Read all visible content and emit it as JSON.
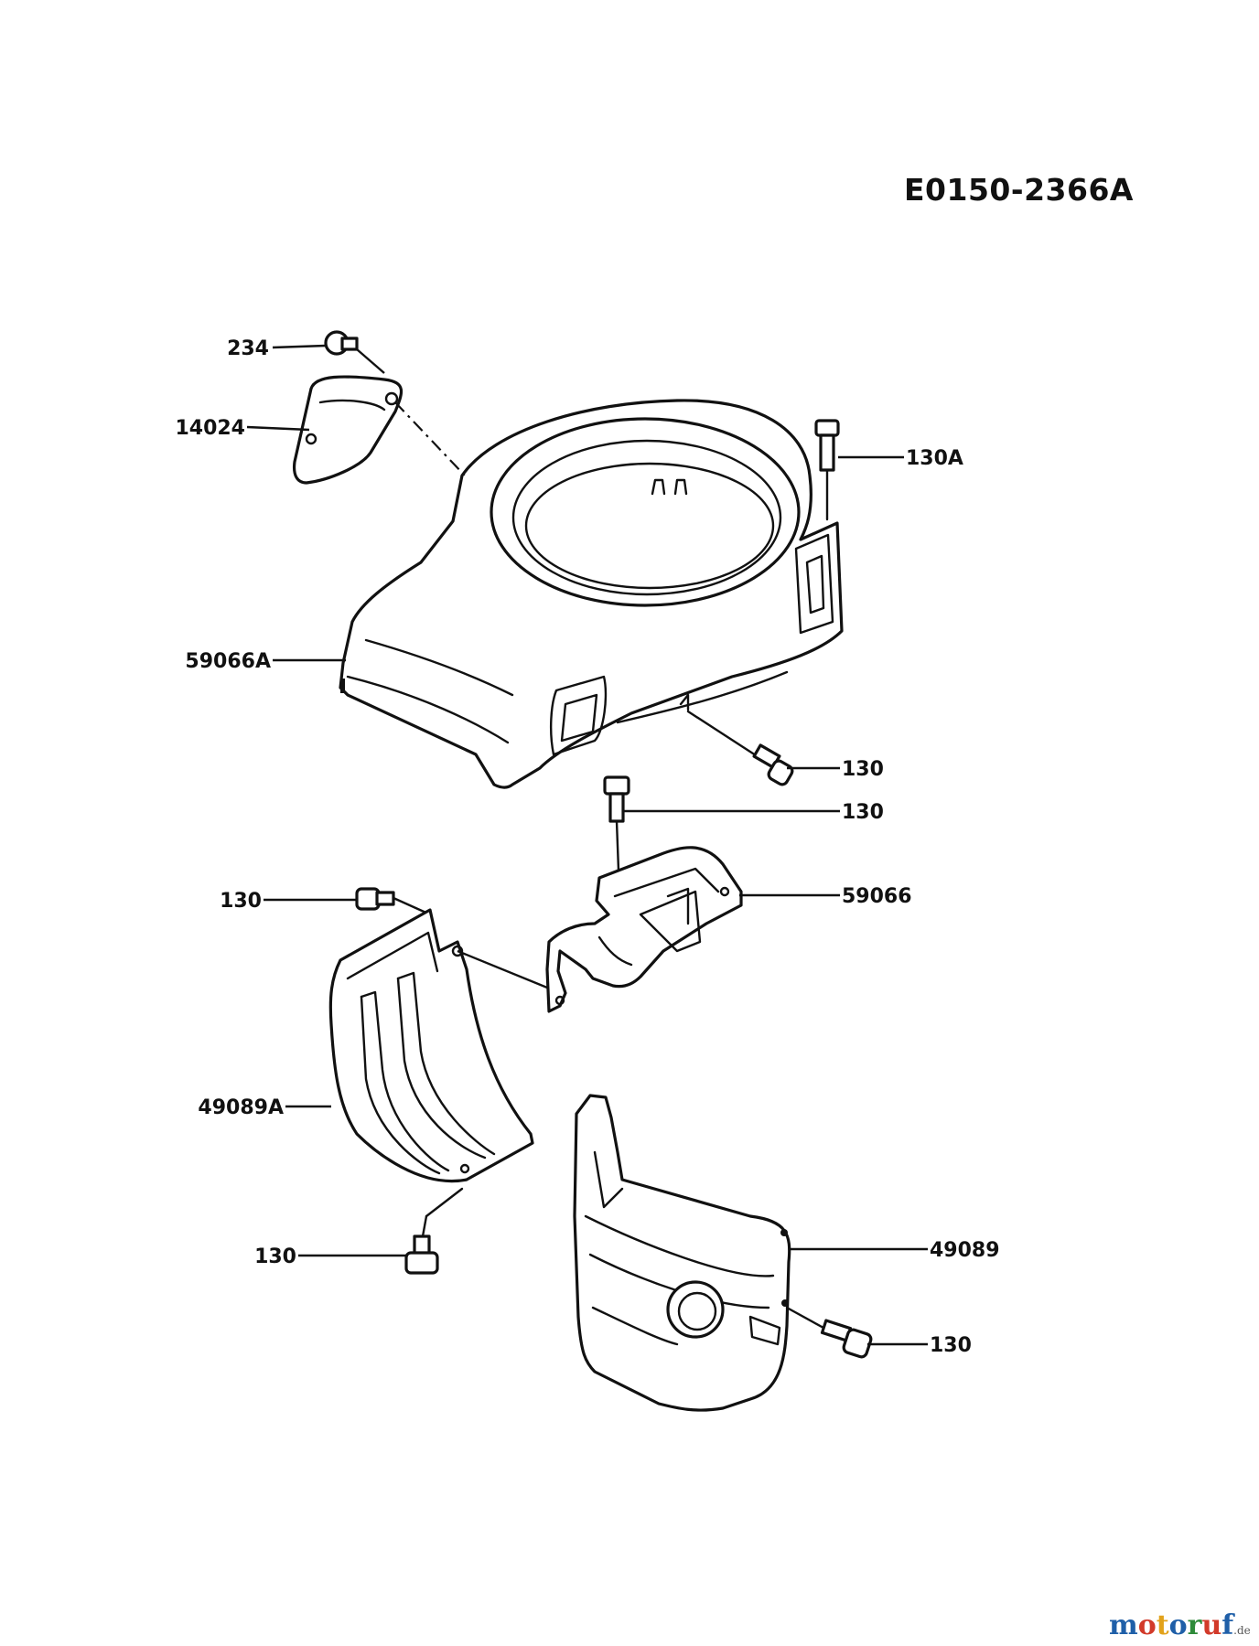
{
  "diagram_code": "E0150-2366A",
  "callouts": [
    {
      "label": "234"
    },
    {
      "label": "14024"
    },
    {
      "label": "130A"
    },
    {
      "label": "59066A"
    },
    {
      "label": "130"
    },
    {
      "label": "130"
    },
    {
      "label": "130"
    },
    {
      "label": "59066"
    },
    {
      "label": "49089A"
    },
    {
      "label": "130"
    },
    {
      "label": "49089"
    },
    {
      "label": "130"
    }
  ],
  "watermark": {
    "letters": [
      "m",
      "o",
      "t",
      "o",
      "r",
      "u",
      "f"
    ],
    "suffix": ".de",
    "colors": [
      "#1f5fa8",
      "#d23a2a",
      "#e2a21b",
      "#1f5fa8",
      "#2e8b3a",
      "#d23a2a",
      "#1f5fa8"
    ]
  }
}
